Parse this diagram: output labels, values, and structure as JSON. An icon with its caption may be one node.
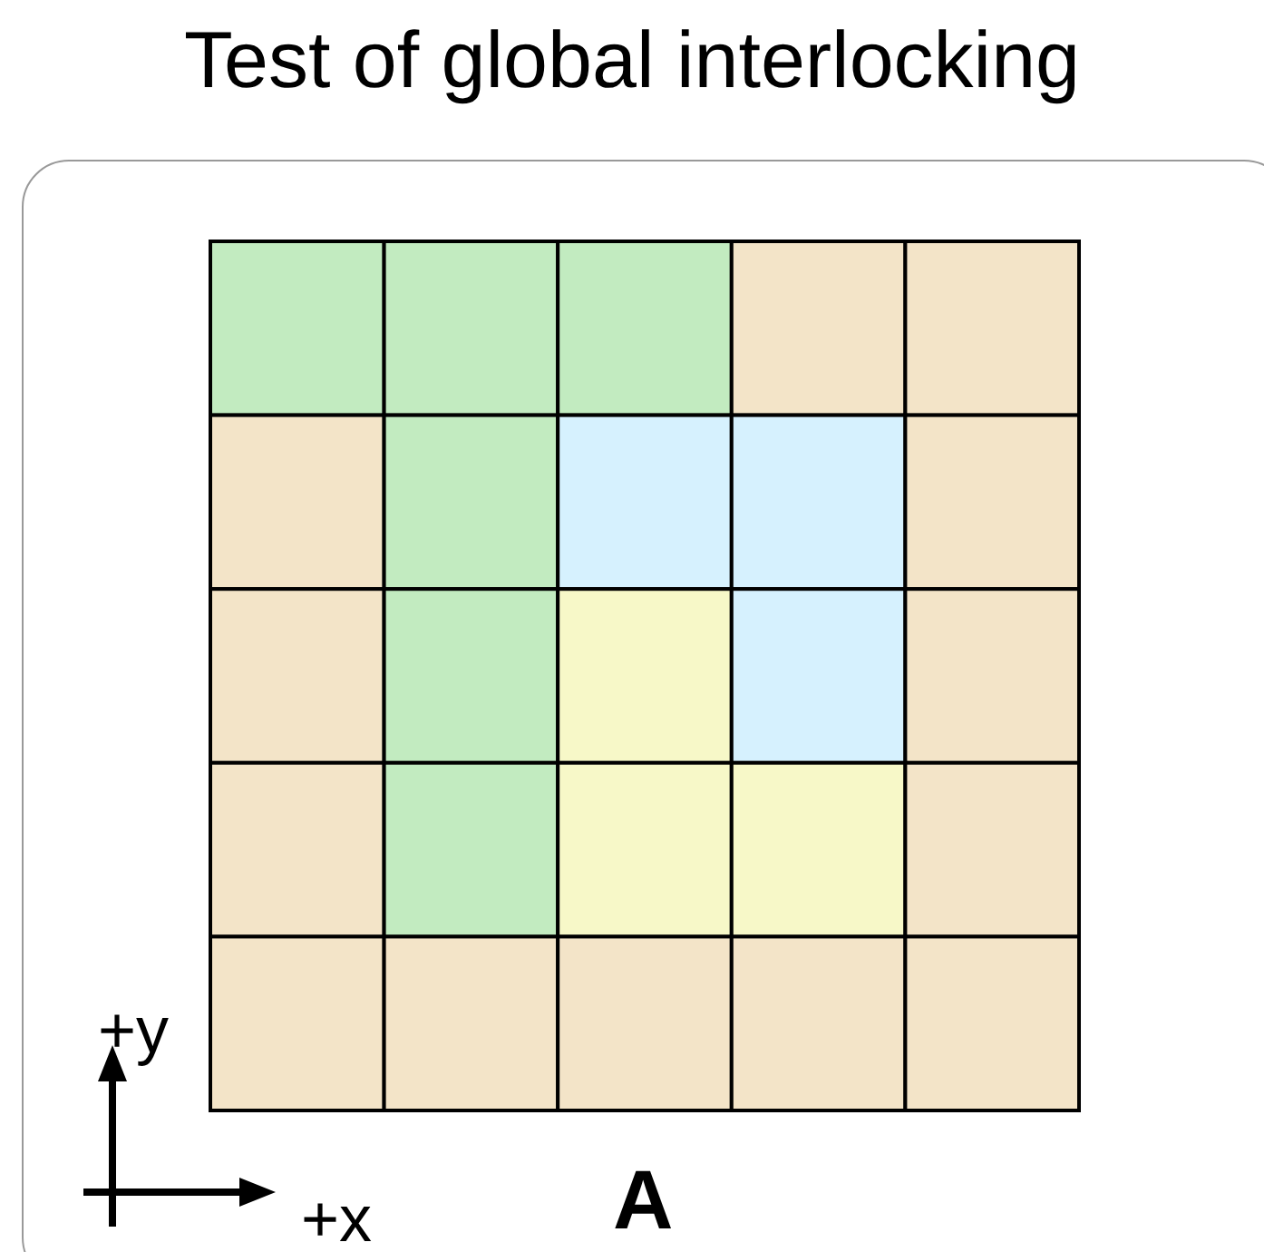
{
  "diagram": {
    "title": "Test of global interlocking",
    "labels": [
      "+y",
      "+x",
      "A"
    ]
  }
}
